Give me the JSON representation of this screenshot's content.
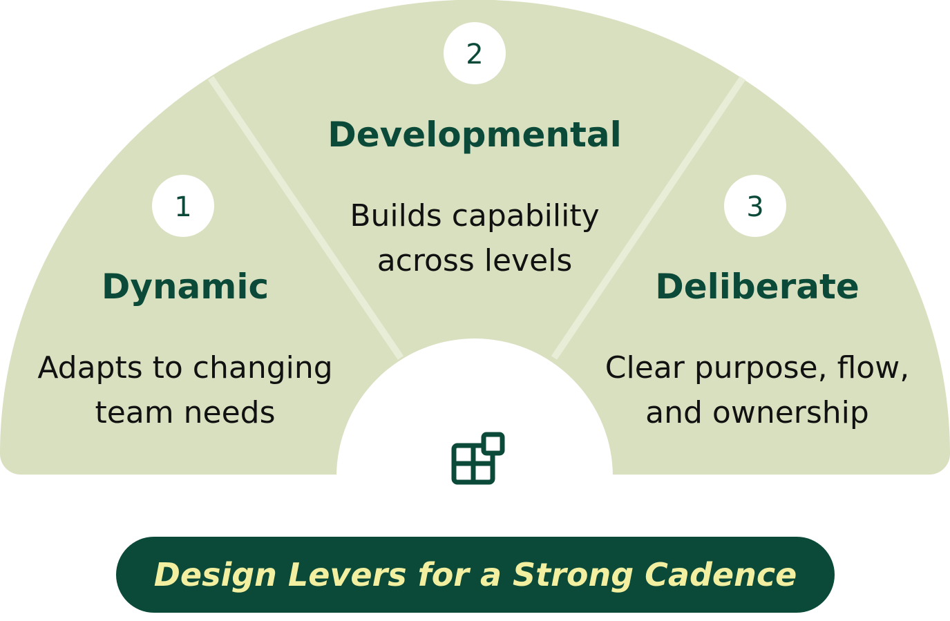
{
  "segments": [
    {
      "number": "1",
      "title": "Dynamic",
      "description_lines": [
        "Adapts to changing",
        "team needs"
      ]
    },
    {
      "number": "2",
      "title": "Developmental",
      "description_lines": [
        "Builds capability",
        "across levels"
      ]
    },
    {
      "number": "3",
      "title": "Deliberate",
      "description_lines": [
        "Clear purpose, flow,",
        "and ownership"
      ]
    }
  ],
  "center_icon": "grid-blocks-icon",
  "footer": {
    "title": "Design Levers for a Strong Cadence"
  },
  "colors": {
    "segment_fill": "#d8e0bf",
    "divider": "#e8edd8",
    "accent_dark": "#0b4a39",
    "footer_text": "#f3efa0",
    "badge_fill": "#ffffff",
    "body_text": "#111111"
  }
}
